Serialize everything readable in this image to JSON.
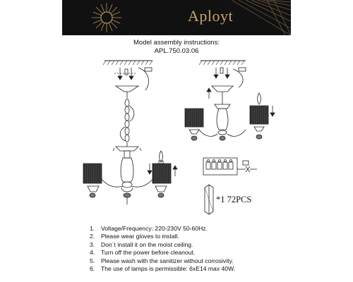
{
  "header": {
    "brand": "Aployt",
    "accent_color": "#c9a36a",
    "background_color": "#111111"
  },
  "document": {
    "title": "Model assembly instructions:",
    "model": "APL.750.03.06"
  },
  "parts": {
    "crystal_label": "*1  72PCS"
  },
  "instructions": [
    {
      "num": "1.",
      "text": "Voltage/Frequency: 220-230V 50-60Hz."
    },
    {
      "num": "2.",
      "text": "Please wear gloves to install."
    },
    {
      "num": "3.",
      "text": "Don`t install it on the moist ceiling."
    },
    {
      "num": "4.",
      "text": "Turn off the power before cleanout."
    },
    {
      "num": "5.",
      "text": "Please wash with the sanitizer without corrosivity."
    },
    {
      "num": "6.",
      "text": "The use of lamps is permissible: 6xE14 max 40W."
    }
  ],
  "icons": [
    "sunburst-logo-icon",
    "chandelier-illustration",
    "chandelier-mounted-illustration",
    "terminal-block-icon",
    "crystal-prism-icon"
  ]
}
